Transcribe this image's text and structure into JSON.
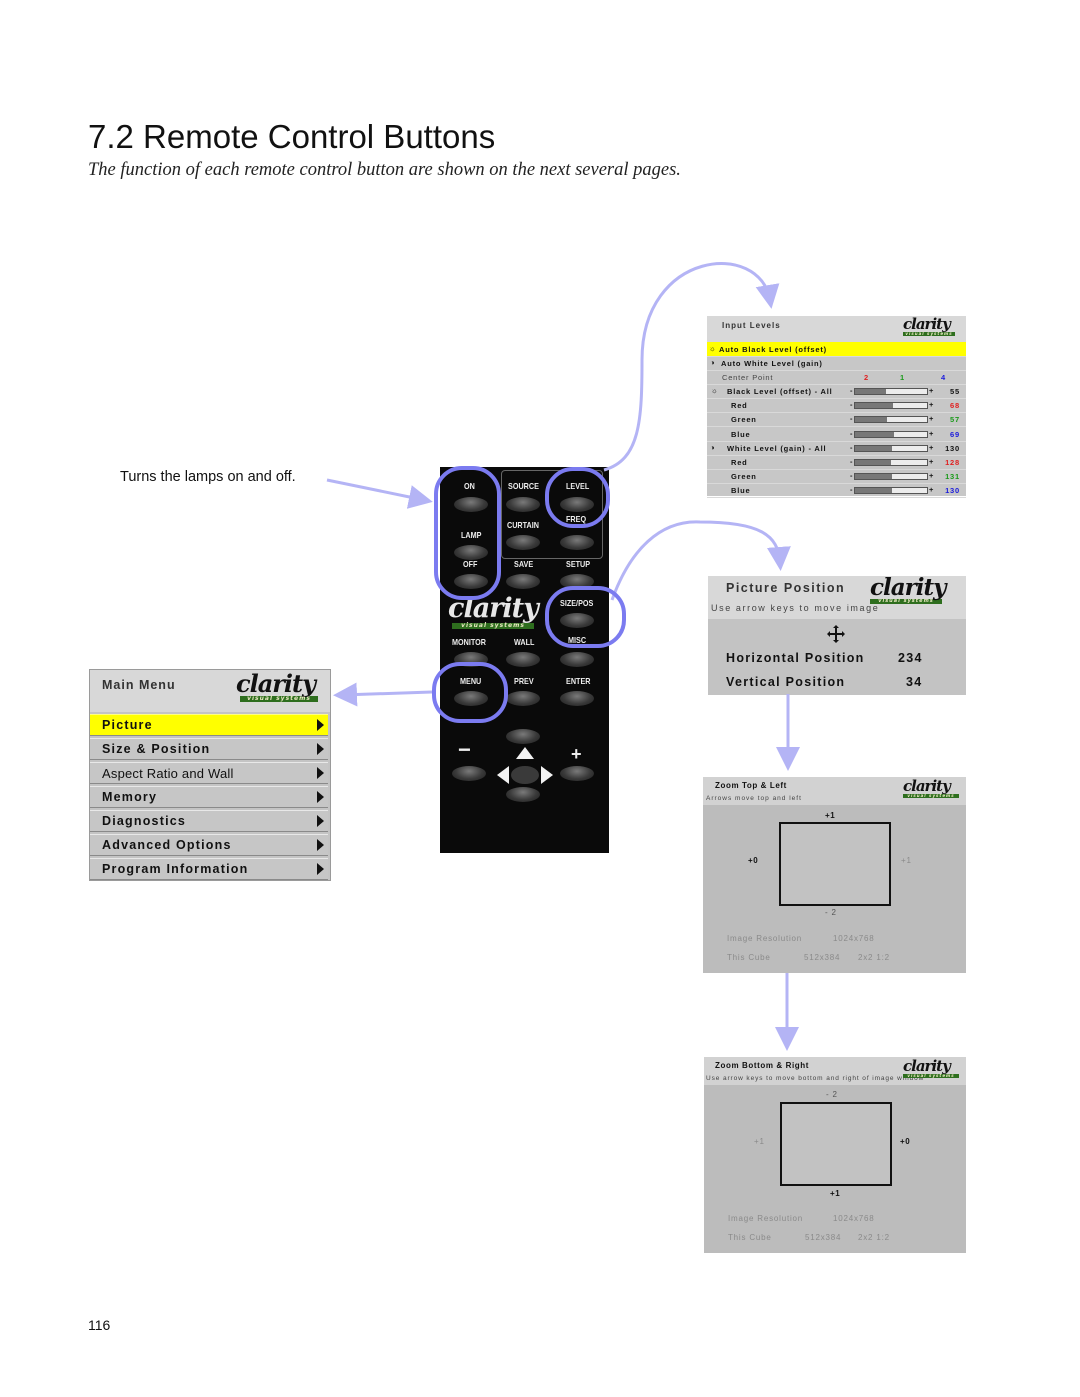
{
  "page": {
    "title": "7.2 Remote Control Buttons",
    "subtitle": "The function of each remote control button are shown on the next several pages.",
    "lamp_caption": "Turns the lamps on and off.",
    "page_number": "116"
  },
  "logo": {
    "brand": "clarity",
    "tagline": "visual systems"
  },
  "main_menu": {
    "title": "Main Menu",
    "items": [
      "Picture",
      "Size & Position",
      "Aspect Ratio and Wall",
      "Memory",
      "Diagnostics",
      "Advanced Options",
      "Program Information"
    ]
  },
  "remote": {
    "labels": {
      "on": "ON",
      "source": "SOURCE",
      "level": "LEVEL",
      "lamp": "LAMP",
      "curtain": "CURTAIN",
      "freq": "FREQ",
      "off": "OFF",
      "save": "SAVE",
      "setup": "SETUP",
      "size_pos": "SIZE/POS",
      "monitor": "MONITOR",
      "wall": "WALL",
      "misc": "MISC",
      "menu": "MENU",
      "prev": "PREV",
      "enter": "ENTER",
      "minus": "−",
      "plus": "+"
    }
  },
  "input_levels": {
    "title": "Input Levels",
    "auto_black": "Auto Black Level (offset)",
    "auto_white": "Auto White Level (gain)",
    "center_point": {
      "label": "Center Point",
      "r": "2",
      "g": "1",
      "b": "4"
    },
    "rows": [
      {
        "label": "Black Level (offset) - All",
        "value": "55",
        "level": 0.43
      },
      {
        "label": "Red",
        "value": "68",
        "level": 0.53
      },
      {
        "label": "Green",
        "value": "57",
        "level": 0.45
      },
      {
        "label": "Blue",
        "value": "69",
        "level": 0.54
      },
      {
        "label": "White Level (gain) - All",
        "value": "130",
        "level": 0.51
      },
      {
        "label": "Red",
        "value": "128",
        "level": 0.5
      },
      {
        "label": "Green",
        "value": "131",
        "level": 0.51
      },
      {
        "label": "Blue",
        "value": "130",
        "level": 0.51
      }
    ],
    "minus": "-",
    "plus": "+"
  },
  "picture_position": {
    "title": "Picture Position",
    "hint": "Use arrow keys to move image",
    "horizontal_label": "Horizontal Position",
    "horizontal_value": "234",
    "vertical_label": "Vertical Position",
    "vertical_value": "34"
  },
  "zoom_top_left": {
    "title": "Zoom Top & Left",
    "hint": "Arrows move top and left",
    "top": "+1",
    "left": "+0",
    "right": "+1",
    "bottom": "- 2",
    "res_label": "Image Resolution",
    "res_value": "1024x768",
    "cube_label": "This Cube",
    "cube_value": "512x384",
    "cube_grid": "2x2  1:2"
  },
  "zoom_bottom_right": {
    "title": "Zoom Bottom & Right",
    "hint": "Use arrow keys to move bottom and right of image window",
    "top": "- 2",
    "left": "+1",
    "right": "+0",
    "bottom": "+1",
    "res_label": "Image Resolution",
    "res_value": "1024x768",
    "cube_label": "This Cube",
    "cube_value": "512x384",
    "cube_grid": "2x2  1:2"
  },
  "colors": {
    "highlight": "#ffff00",
    "arrow": "#b4b4f5",
    "ring": "#7b7bf0",
    "red": "#e02020",
    "green": "#1a9a1a",
    "blue": "#1a1adc"
  }
}
